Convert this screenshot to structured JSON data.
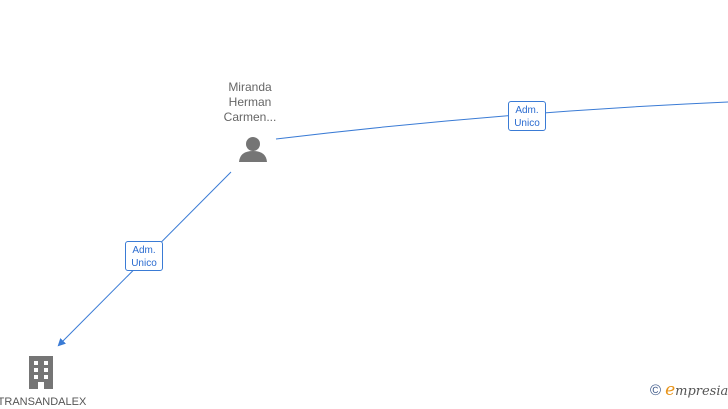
{
  "person": {
    "name": "Miranda\nHerman\nCarmen..."
  },
  "company": {
    "name": "TRANSANDALEX"
  },
  "relations": [
    {
      "line1": "Adm.",
      "line2": "Unico"
    },
    {
      "line1": "Adm.",
      "line2": "Unico"
    }
  ],
  "watermark": {
    "copyright_symbol": "©",
    "brand_initial": "e",
    "brand_rest": "mpresia"
  },
  "colors": {
    "edge": "#3a7bd5",
    "node_icon": "#757575",
    "label_text": "#2a6bd0",
    "brand_accent": "#e8941a"
  }
}
